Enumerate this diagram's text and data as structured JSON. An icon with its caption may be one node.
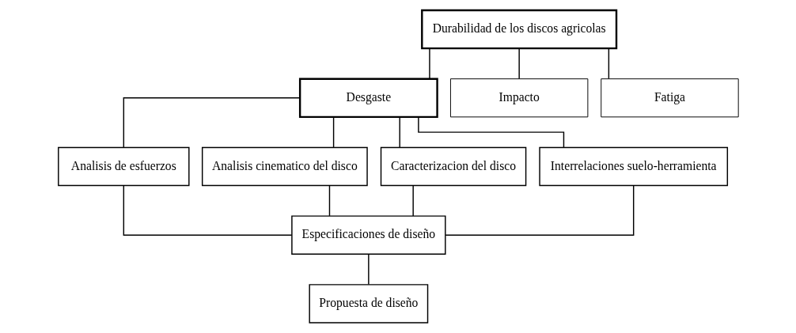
{
  "diagram": {
    "nodes": [
      {
        "text": [
          "Durabilidad de los discos agricolas"
        ]
      },
      {
        "text": [
          "Desgaste"
        ]
      },
      {
        "text": [
          "Impacto"
        ]
      },
      {
        "text": [
          "Fatiga"
        ]
      },
      {
        "text": [
          "Analisis de esfuerzos"
        ]
      },
      {
        "text": [
          "Analisis cinematico del disco"
        ]
      },
      {
        "text": [
          "Caracterizacion del disco"
        ]
      },
      {
        "text": [
          "Interrelaciones suelo-herramienta"
        ]
      },
      {
        "text": [
          "Especificaciones de diseño"
        ]
      },
      {
        "text": [
          "Propuesta de diseño"
        ]
      }
    ],
    "edges": [
      {
        "from": 0,
        "to": 1,
        "arrow": "none"
      },
      {
        "from": 0,
        "to": 2,
        "arrow": "none"
      },
      {
        "from": 0,
        "to": 3,
        "arrow": "none"
      },
      {
        "from": 1,
        "to": 4,
        "arrow": "none"
      },
      {
        "from": 1,
        "to": 5,
        "arrow": "none"
      },
      {
        "from": 1,
        "to": 6,
        "arrow": "none"
      },
      {
        "from": 1,
        "to": 7,
        "arrow": "none"
      },
      {
        "from": 4,
        "to": 8,
        "arrow": "none"
      },
      {
        "from": 5,
        "to": 8,
        "arrow": "none"
      },
      {
        "from": 6,
        "to": 8,
        "arrow": "none"
      },
      {
        "from": 7,
        "to": 8,
        "arrow": "none"
      },
      {
        "from": 8,
        "to": 9,
        "arrow": "none"
      }
    ]
  }
}
